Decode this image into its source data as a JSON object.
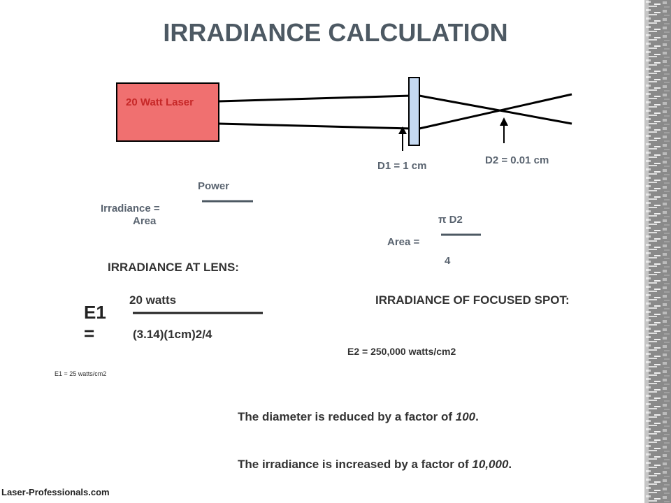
{
  "slide": {
    "title": "IRRADIANCE CALCULATION",
    "footer": "Laser-Professionals.com"
  },
  "diagram": {
    "laser_label": "20 Watt Laser",
    "d1_label": "D1 = 1 cm",
    "d2_label": "D2 = 0.01 cm"
  },
  "formula_irradiance": {
    "lhs": "Irradiance =",
    "numerator": "Power",
    "denominator": "Area"
  },
  "formula_area": {
    "lhs": "Area =",
    "numerator": "π D2",
    "denominator": "4"
  },
  "lens_section": {
    "heading": "IRRADIANCE AT LENS:",
    "lhs_top": "E1",
    "lhs_bottom": "=",
    "numerator": "20 watts",
    "denominator": "(3.14)(1cm)2/4",
    "result": "E1 =  25 watts/cm2"
  },
  "spot_section": {
    "heading": "IRRADIANCE OF FOCUSED SPOT:",
    "result": "E2 =  250,000 watts/cm2"
  },
  "notes": {
    "diameter_text": "The diameter is reduced by a factor of ",
    "diameter_factor": "100",
    "irradiance_text": "The irradiance is increased by a factor of ",
    "irradiance_factor": "10,000",
    "end": "."
  },
  "colors": {
    "laser_fill": "#f07070",
    "laser_label": "#c62828",
    "lens_fill": "#c5d9f1",
    "title": "#4d5963"
  }
}
